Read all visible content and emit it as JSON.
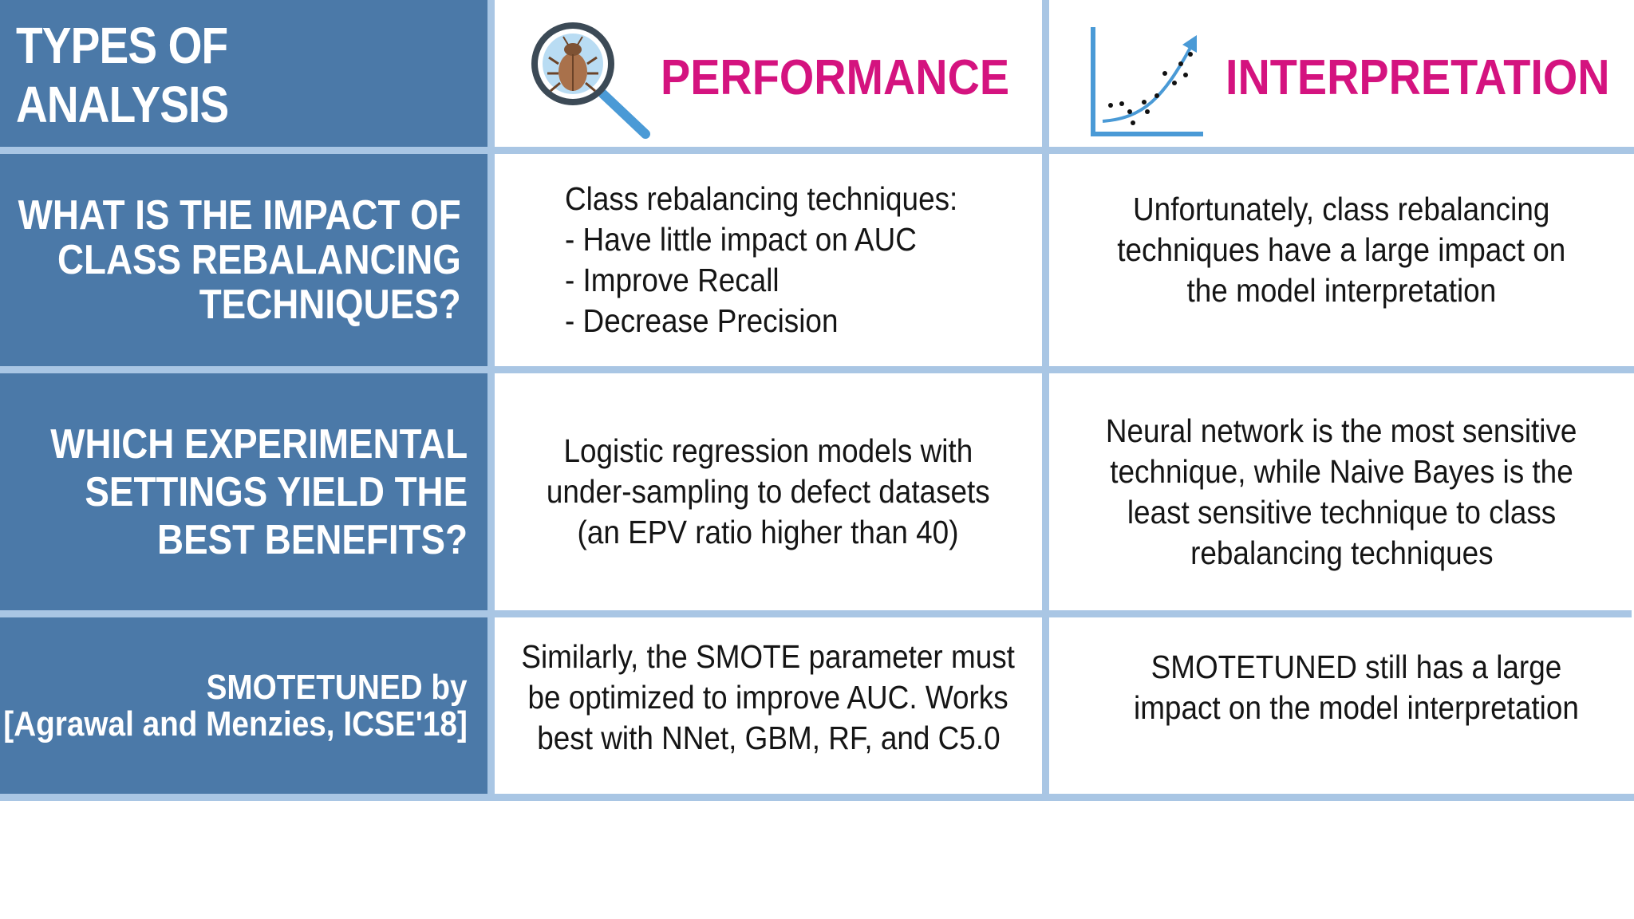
{
  "header": {
    "title": "TYPES OF ANALYSIS",
    "performance": "PERFORMANCE",
    "interpretation": "INTERPRETATION",
    "performance_icon": "bug-magnifier-icon",
    "interpretation_icon": "trend-chart-icon"
  },
  "rows": [
    {
      "question": [
        "WHAT IS THE IMPACT OF",
        "CLASS REBALANCING",
        "TECHNIQUES?"
      ],
      "performance": [
        "Class rebalancing techniques:",
        "- Have little impact on AUC",
        "- Improve Recall",
        "- Decrease Precision"
      ],
      "interpretation": [
        "Unfortunately, class rebalancing",
        "techniques have a large impact on",
        "the model interpretation"
      ]
    },
    {
      "question": [
        "WHICH EXPERIMENTAL",
        "SETTINGS YIELD THE",
        "BEST BENEFITS?"
      ],
      "performance": [
        "Logistic regression models with",
        "under-sampling to defect datasets",
        "(an EPV ratio higher than 40)"
      ],
      "interpretation": [
        "Neural network is the most sensitive",
        "technique, while Naive Bayes is the",
        "least sensitive technique to class",
        "rebalancing techniques"
      ]
    },
    {
      "question": [
        "SMOTETUNED by",
        "[Agrawal and Menzies, ICSE'18]"
      ],
      "performance": [
        "Similarly, the SMOTE parameter must",
        "be optimized to improve AUC. Works",
        "best with NNet, GBM, RF, and C5.0"
      ],
      "interpretation": [
        "SMOTETUNED still has a large",
        "impact on the model interpretation"
      ]
    }
  ],
  "colors": {
    "left_column": "#4b79a8",
    "separator": "#a9c6e4",
    "heading": "#d4137f"
  }
}
